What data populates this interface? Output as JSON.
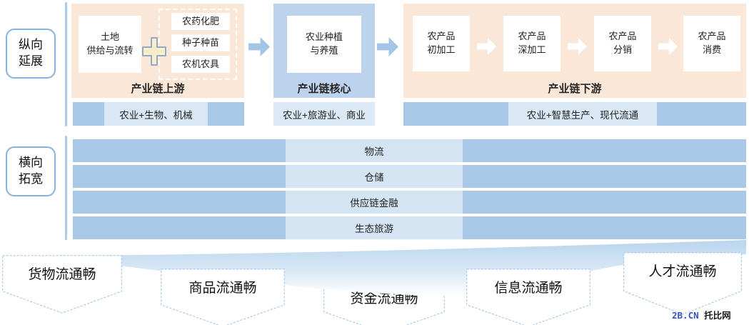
{
  "side": {
    "vertical_label": "纵向\n延展",
    "horizontal_label": "横向\n拓宽"
  },
  "chain": {
    "upstream": {
      "caption": "产业链上游",
      "land": "土地\n供给与流转",
      "inputs": [
        "农药化肥",
        "种子种苗",
        "农机农具"
      ]
    },
    "core": {
      "caption": "产业链核心",
      "main": "农业种植\n与养殖"
    },
    "downstream": {
      "caption": "产业链下游",
      "steps": [
        "农产品\n初加工",
        "农产品\n深加工",
        "农产品\n分销",
        "农产品\n消费"
      ]
    }
  },
  "fusion_bars": [
    "农业+生物、机械",
    "农业+旅游业、商业",
    "农业+智慧生产、现代流通"
  ],
  "service_rows": [
    "物流",
    "仓储",
    "供应链金融",
    "生态旅游"
  ],
  "flow_banners": [
    "货物流通畅",
    "商品流通畅",
    "资金流通畅",
    "信息流通畅",
    "人才流通畅"
  ],
  "watermark": {
    "site": "2B.CN",
    "name": "托比网"
  },
  "colors": {
    "peach_panel": "#FBE7D8",
    "core_panel": "#BDD2EC",
    "arrow_blue": "#A5C5E6",
    "bar_cap_blue": "#A9C7E6",
    "bar_center_blue": "#DAE8F6",
    "row_center_blue": "#D5E4F2",
    "dashed_border_blue": "#9CC0E4",
    "plus_fill": "#F7EDCA",
    "swoosh_blue": "#B9D5EE"
  }
}
